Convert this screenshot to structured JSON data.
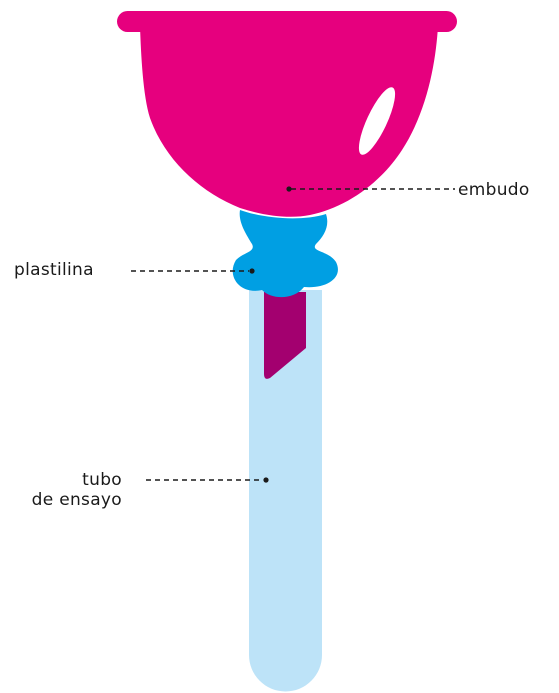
{
  "labels": {
    "embudo": "embudo",
    "plastilina": "plastilina",
    "tubo_line1": "tubo",
    "tubo_line2": "de ensayo"
  },
  "colors": {
    "funnel": "#e6007e",
    "funnel_highlight": "#ffffff",
    "plasticine": "#009fe3",
    "test_tube": "#bde3f8",
    "funnel_stem": "#a3006f",
    "leader_line": "#1a1a1a"
  }
}
